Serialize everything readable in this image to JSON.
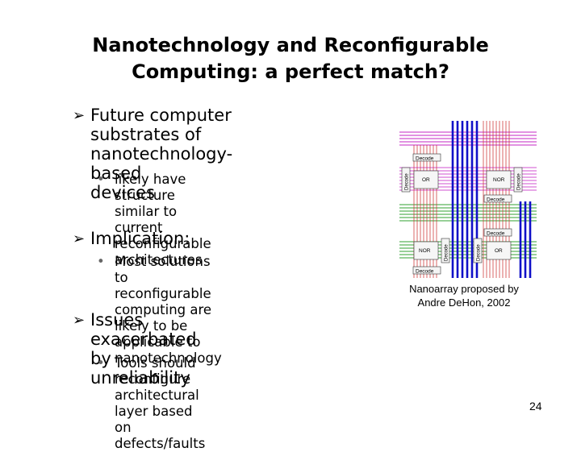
{
  "title": "Nanotechnology and Reconfigurable\nComputing: a perfect match?",
  "bullets": [
    {
      "text": "Future computer substrates of\nnanotechnology-based\ndevices",
      "sub": [
        "likely have structure similar to\ncurrent reconfigurable\narchitectures"
      ]
    },
    {
      "text": "Implication:",
      "sub": [
        "Most solutions to reconfigurable\ncomputing are likely to be\napplicable to nanotechnology"
      ]
    },
    {
      "text": "Issues exacerbated by\nunreliability",
      "sub": [
        "Tools should reconfigure\narchitectural layer based on\ndefects/faults"
      ]
    }
  ],
  "diagram": {
    "decode": "Decode",
    "or": "OR",
    "nor": "NOR",
    "colors": {
      "blue": "#1010c8",
      "red": "#d04040",
      "green": "#30a030",
      "magenta": "#d050d0"
    }
  },
  "caption": "Nanoarray proposed by\nAndre DeHon, 2002",
  "page_number": "24"
}
